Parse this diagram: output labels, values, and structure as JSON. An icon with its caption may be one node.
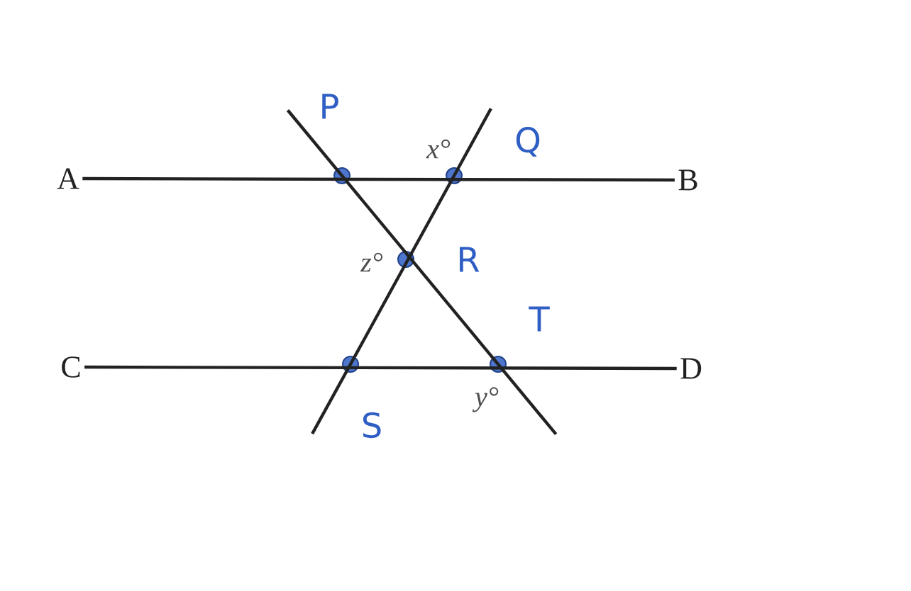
{
  "diagram": {
    "nodes": [
      {
        "text": [
          "A"
        ]
      },
      {
        "text": [
          "B"
        ]
      },
      {
        "text": [
          "C"
        ]
      },
      {
        "text": [
          "D"
        ]
      },
      {
        "text": [],
        "shape": "circle",
        "beside": [
          "P"
        ]
      },
      {
        "text": [],
        "shape": "circle",
        "beside": [
          "Q"
        ]
      },
      {
        "text": [],
        "shape": "circle",
        "beside": [
          "R"
        ]
      },
      {
        "text": [],
        "shape": "circle",
        "beside": [
          "S"
        ]
      },
      {
        "text": [],
        "shape": "circle",
        "beside": [
          "T"
        ]
      }
    ],
    "edges": [
      {
        "from": 0,
        "to": 1,
        "arrow": "none"
      },
      {
        "from": 2,
        "to": 3,
        "arrow": "none"
      },
      {
        "from": 4,
        "to": 8,
        "arrow": "none"
      },
      {
        "from": 7,
        "to": 5,
        "arrow": "none"
      }
    ],
    "labels": [
      "x°",
      "z°",
      "y°"
    ]
  }
}
